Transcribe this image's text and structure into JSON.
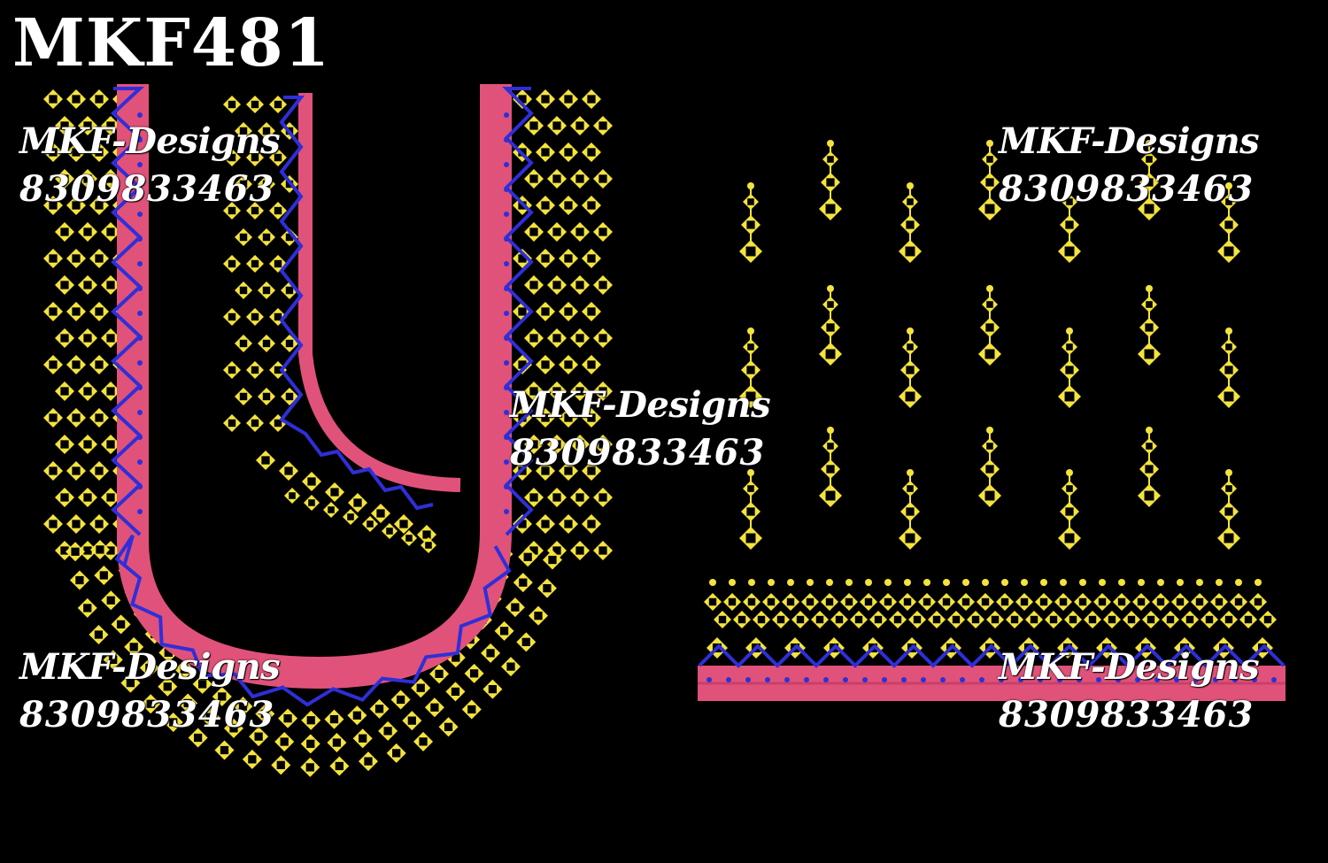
{
  "design": {
    "code": "MKF481",
    "colors": {
      "background": "#000000",
      "band": "#e0527a",
      "motif": "#f4e33c",
      "zigzag": "#2f2fd8"
    }
  },
  "watermarks": [
    {
      "name": "MKF-Designs",
      "phone": "8309833463"
    },
    {
      "name": "MKF-Designs",
      "phone": "8309833463"
    },
    {
      "name": "MKF-Designs",
      "phone": "8309833463"
    },
    {
      "name": "MKF-Designs",
      "phone": "8309833463"
    },
    {
      "name": "MKF-Designs",
      "phone": "8309833463"
    }
  ]
}
